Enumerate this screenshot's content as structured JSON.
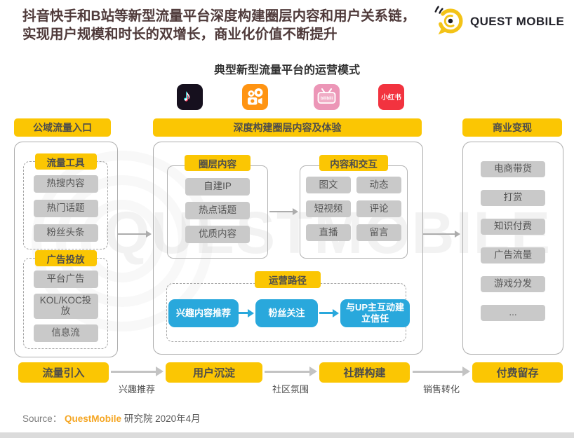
{
  "page": {
    "title_line1": "抖音快手和B站等新型流量平台深度构建圈层内容和用户关系链，",
    "title_line2": "实现用户规模和时长的双增长，商业化价值不断提升",
    "subtitle": "典型新型流量平台的运营模式",
    "watermark": "QUESTMOBILE"
  },
  "logo": {
    "text": "QUEST MOBILE"
  },
  "platforms": [
    {
      "name": "douyin-icon",
      "glyph": "♪"
    },
    {
      "name": "kuaishou-icon"
    },
    {
      "name": "bilibili-icon",
      "label": "bilibili"
    },
    {
      "name": "xiaohongshu-icon",
      "label": "小红书"
    }
  ],
  "left_column": {
    "header": "公域流量入口",
    "groups": [
      {
        "label": "流量工具",
        "items": [
          "热搜内容",
          "热门话题",
          "粉丝头条"
        ]
      },
      {
        "label": "广告投放",
        "items": [
          "平台广告",
          "KOL/KOC投放",
          "信息流"
        ]
      }
    ]
  },
  "center": {
    "header": "深度构建圈层内容及体验",
    "circle_content": {
      "label": "圈层内容",
      "items": [
        "自建IP",
        "热点话题",
        "优质内容"
      ]
    },
    "interaction": {
      "label": "内容和交互",
      "items": [
        "图文",
        "动态",
        "短视频",
        "评论",
        "直播",
        "留言"
      ]
    },
    "operation_path": {
      "label": "运营路径",
      "steps": [
        "兴趣内容推荐",
        "粉丝关注",
        "与UP主互动建立信任"
      ]
    }
  },
  "right_column": {
    "header": "商业变现",
    "items": [
      "电商带货",
      "打赏",
      "知识付费",
      "广告流量",
      "游戏分发",
      "..."
    ]
  },
  "bottom_flow": {
    "stages": [
      "流量引入",
      "用户沉淀",
      "社群构建",
      "付费留存"
    ],
    "arrow_labels": [
      "兴趣推荐",
      "社区氛围",
      "销售转化"
    ]
  },
  "source": {
    "prefix": "Source：",
    "brand": "QuestMobile",
    "suffix": "研究院 2020年4月"
  },
  "colors": {
    "yellow": "#FBC603",
    "blue": "#29A8DC",
    "gray_box": "#C9C9C9",
    "title": "#4F3A3A",
    "orange": "#F5A623"
  }
}
